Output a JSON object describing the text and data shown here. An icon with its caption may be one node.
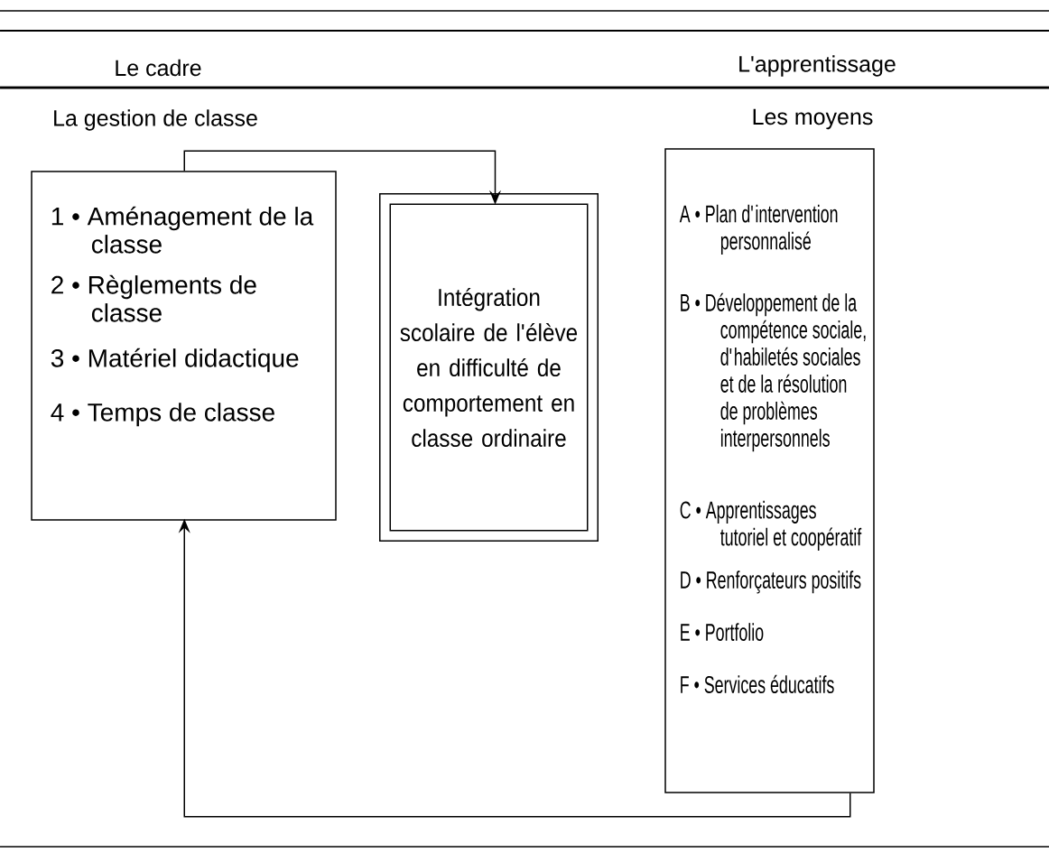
{
  "diagram": {
    "nodes": [
      {
        "text": [
          "1 • Aménagement de la classe",
          "2 • Règlements de classe",
          "3 • Matériel didactique",
          "4 • Temps de classe"
        ],
        "beside": [
          "La gestion de classe"
        ]
      },
      {
        "text": [
          "Intégration scolaire de l'élève en difficulté de comportement en classe ordinaire"
        ]
      },
      {
        "text": [
          "A • Plan d'intervention personnalisé",
          "B • Développement de la compétence sociale, d'habiletés sociales et de la résolution de problèmes interpersonnels",
          "C • Apprentissages tutoriel et coopératif",
          "D • Renforçateurs positifs",
          "E • Portfolio",
          "F • Services éducatifs"
        ],
        "beside": [
          "Les moyens"
        ]
      }
    ],
    "edges": [
      {
        "from": 0,
        "to": 1,
        "arrow": "to"
      },
      {
        "from": 2,
        "to": 0,
        "arrow": "to"
      }
    ],
    "labels": [
      "Le cadre",
      "L'apprentissage"
    ]
  }
}
